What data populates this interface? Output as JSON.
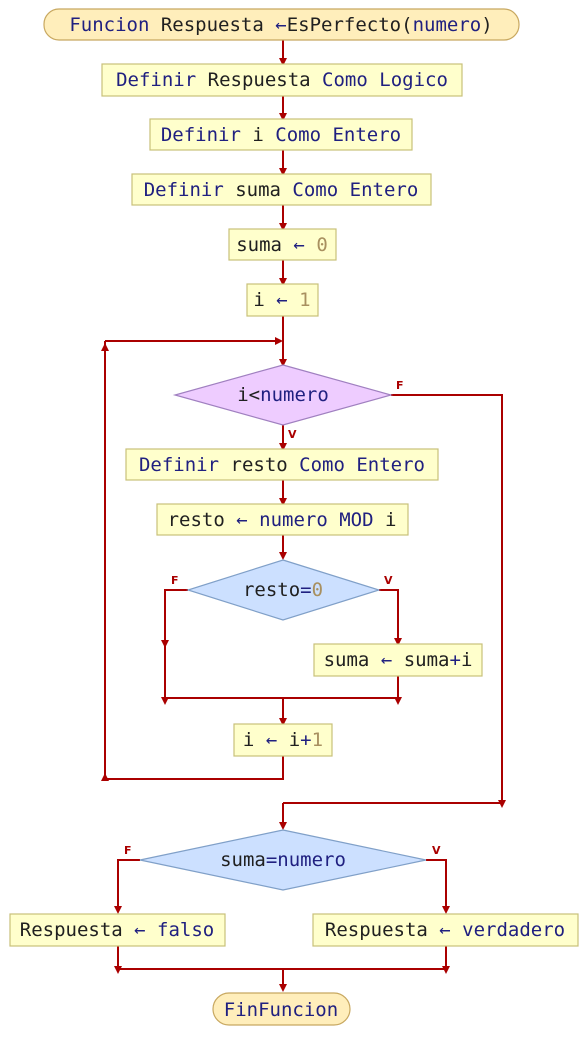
{
  "flowchart": {
    "start": {
      "t1": "Funcion",
      "t2": " Respuesta ",
      "arrow": "←",
      "t3": "EsPerfecto",
      "t4": "(",
      "t5": "numero",
      "t6": ")"
    },
    "def_resp": {
      "t1": "Definir",
      "t2": " Respuesta ",
      "t3": "Como",
      "t4": " ",
      "t5": "Logico"
    },
    "def_i": {
      "t1": "Definir",
      "t2": " i ",
      "t3": "Como",
      "t4": " ",
      "t5": "Entero"
    },
    "def_suma": {
      "t1": "Definir",
      "t2": " suma ",
      "t3": "Como",
      "t4": " ",
      "t5": "Entero"
    },
    "suma0": {
      "t1": "suma ",
      "arrow": "←",
      "t2": " ",
      "t3": "0"
    },
    "i1": {
      "t1": "i ",
      "arrow": "←",
      "t2": " ",
      "t3": "1"
    },
    "while": {
      "t1": "i<",
      "t2": "numero",
      "false_label": "F",
      "true_label": "V"
    },
    "def_resto": {
      "t1": "Definir",
      "t2": " resto ",
      "t3": "Como",
      "t4": " ",
      "t5": "Entero"
    },
    "resto_assign": {
      "t1": "resto ",
      "arrow": "←",
      "t2": " ",
      "t3": "numero",
      "t4": " MOD ",
      "t5": "i"
    },
    "if_resto": {
      "t1": "resto",
      "t2": "=",
      "t3": "0",
      "false_label": "F",
      "true_label": "V"
    },
    "suma_add": {
      "t1": "suma ",
      "arrow": "←",
      "t2": " ",
      "t3": "suma",
      "t4": "+",
      "t5": "i"
    },
    "i_inc": {
      "t1": "i ",
      "arrow": "←",
      "t2": " ",
      "t3": "i",
      "t4": "+",
      "t5": "1"
    },
    "if_suma": {
      "t1": "suma",
      "t2": "=",
      "t3": "numero",
      "false_label": "F",
      "true_label": "V"
    },
    "resp_false": {
      "t1": "Respuesta ",
      "arrow": "←",
      "t2": " ",
      "t3": "falso"
    },
    "resp_true": {
      "t1": "Respuesta ",
      "arrow": "←",
      "t2": " ",
      "t3": "verdadero"
    },
    "end": {
      "t1": "FinFuncion"
    }
  },
  "colors": {
    "line": "#aa0000",
    "keyword": "#202080",
    "number": "#a89060",
    "process_fill": "#ffffcc",
    "terminal_fill": "#ffeebb",
    "loop_decision_fill": "#eeccff",
    "decision_fill": "#cce0ff"
  }
}
